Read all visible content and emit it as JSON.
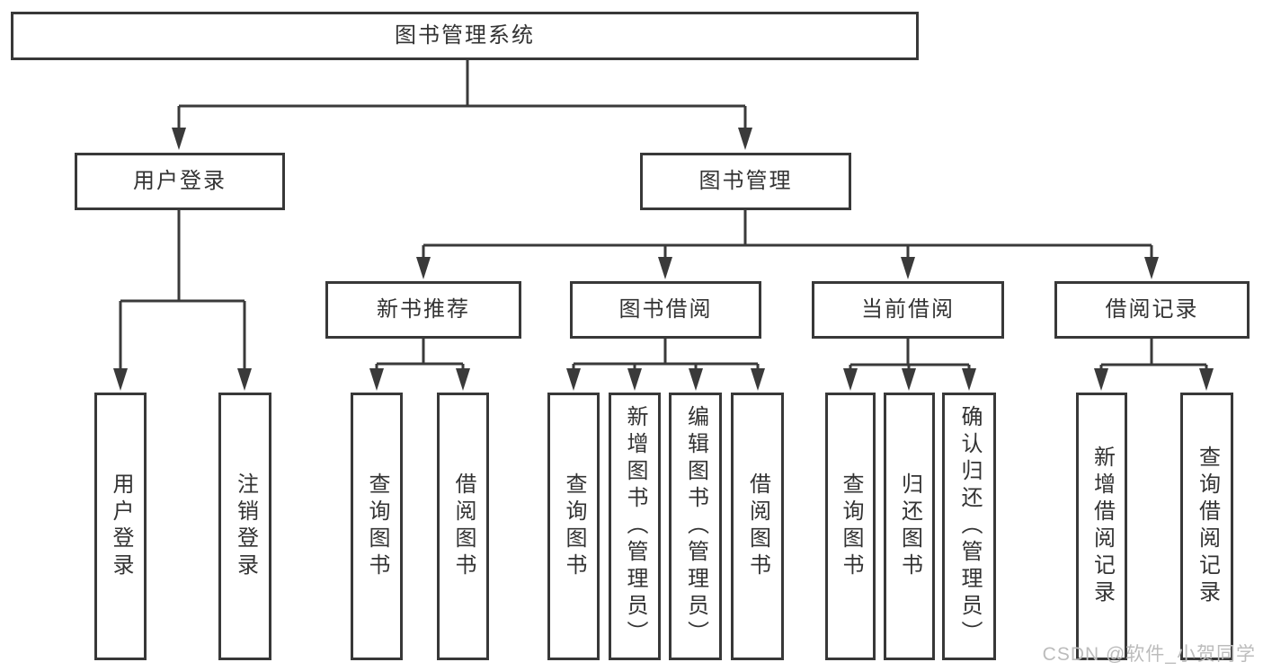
{
  "diagram": {
    "root": {
      "label": "图书管理系统"
    },
    "branches": [
      {
        "label": "用户登录",
        "children": [
          {
            "label": "用户登录"
          },
          {
            "label": "注销登录"
          }
        ]
      },
      {
        "label": "图书管理",
        "children": [
          {
            "label": "新书推荐",
            "children": [
              {
                "label": "查询图书"
              },
              {
                "label": "借阅图书"
              }
            ]
          },
          {
            "label": "图书借阅",
            "children": [
              {
                "label": "查询图书"
              },
              {
                "label": "新增图书（管理员）"
              },
              {
                "label": "编辑图书（管理员）"
              },
              {
                "label": "借阅图书"
              }
            ]
          },
          {
            "label": "当前借阅",
            "children": [
              {
                "label": "查询图书"
              },
              {
                "label": "归还图书"
              },
              {
                "label": "确认归还（管理员）"
              }
            ]
          },
          {
            "label": "借阅记录",
            "children": [
              {
                "label": "新增借阅记录"
              },
              {
                "label": "查询借阅记录"
              }
            ]
          }
        ]
      }
    ]
  },
  "watermark": {
    "text": "CSDN @软件_小贺同学"
  },
  "colors": {
    "line": "#3a3a3a",
    "border": "#383838",
    "text": "#333333",
    "watermark": "#bcbcbc",
    "background": "#ffffff"
  }
}
